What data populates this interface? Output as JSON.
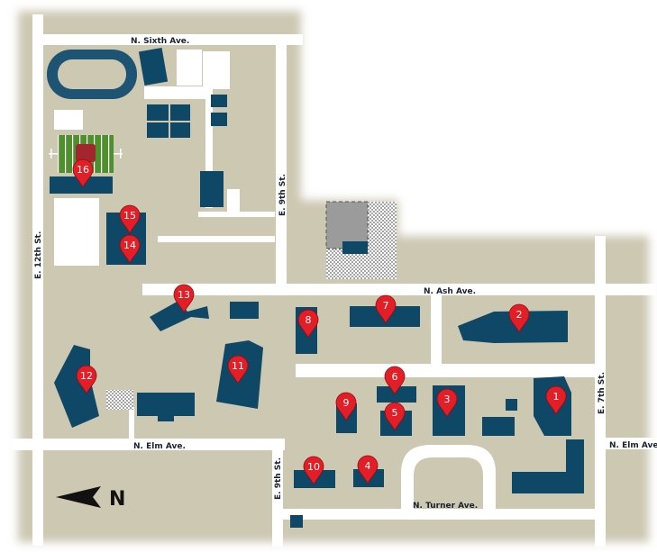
{
  "colors": {
    "campus": "#cdc8b2",
    "road": "#ffffff",
    "building": "#0f4766",
    "pin": "#e41e26",
    "track": "#1d5474",
    "field": "#4f8f2e"
  },
  "streets": {
    "sixth_ave": "N. Sixth  Ave.",
    "ninth_st_north": "E. 9th St.",
    "twelfth_st": "E. 12th St.",
    "ash_ave": "N. Ash Ave.",
    "seventh_st": "E. 7th St.",
    "elm_ave_west": "N. Elm Ave.",
    "elm_ave_east": "N. Elm Ave.",
    "ninth_st_south": "E. 9th St.",
    "turner_ave": "N. Turner Ave."
  },
  "north_arrow": {
    "label": "N",
    "icon": "north-arrow-icon"
  },
  "markers": [
    {
      "number": "1"
    },
    {
      "number": "2"
    },
    {
      "number": "3"
    },
    {
      "number": "4"
    },
    {
      "number": "5"
    },
    {
      "number": "6"
    },
    {
      "number": "7"
    },
    {
      "number": "8"
    },
    {
      "number": "9"
    },
    {
      "number": "10"
    },
    {
      "number": "11"
    },
    {
      "number": "12"
    },
    {
      "number": "13"
    },
    {
      "number": "14"
    },
    {
      "number": "15"
    },
    {
      "number": "16"
    }
  ]
}
